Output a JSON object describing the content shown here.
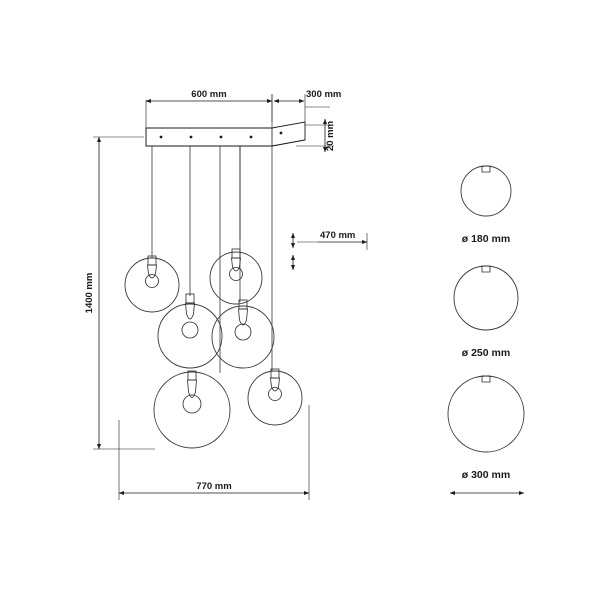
{
  "drawing": {
    "title": "pendant-lamp-technical-drawing",
    "dimensions": {
      "canopy_length": "600 mm",
      "canopy_width": "300 mm",
      "canopy_height": "20 mm",
      "total_height": "1400 mm",
      "total_width": "770 mm",
      "adjustable_drop": "470 mm"
    },
    "globes": [
      {
        "label": "ø 180 mm",
        "diameter_mm": 180
      },
      {
        "label": "ø 250 mm",
        "diameter_mm": 250
      },
      {
        "label": "ø 300 mm",
        "diameter_mm": 300
      }
    ]
  },
  "colors": {
    "line": "#1a1a1a",
    "glass": "#3a3a3a",
    "background": "#ffffff"
  }
}
